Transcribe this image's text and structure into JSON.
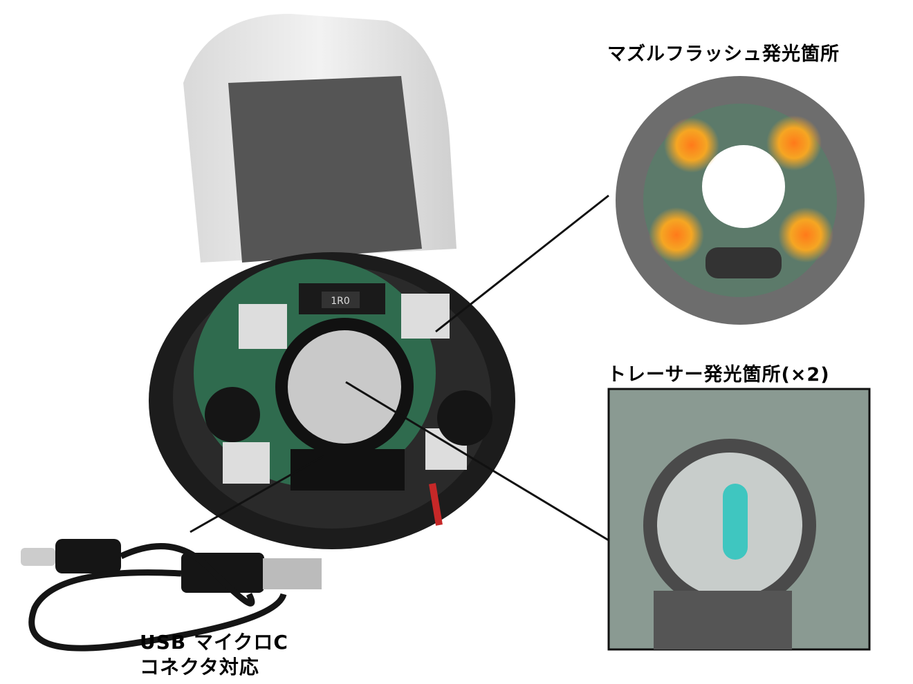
{
  "labels": {
    "muzzle_flash": "マズルフラッシュ発光箇所",
    "tracer": "トレーサー発光箇所(×2)",
    "usb_line1": "USB マイクロC",
    "usb_line2": "コネクタ対応"
  },
  "pcb_marking": "1R0",
  "colors": {
    "pcb": "#2f6b4e",
    "muzzle_led_glow": "#f5a623",
    "tracer_glow": "#3fc6c0",
    "housing": "#1c1c1c"
  }
}
